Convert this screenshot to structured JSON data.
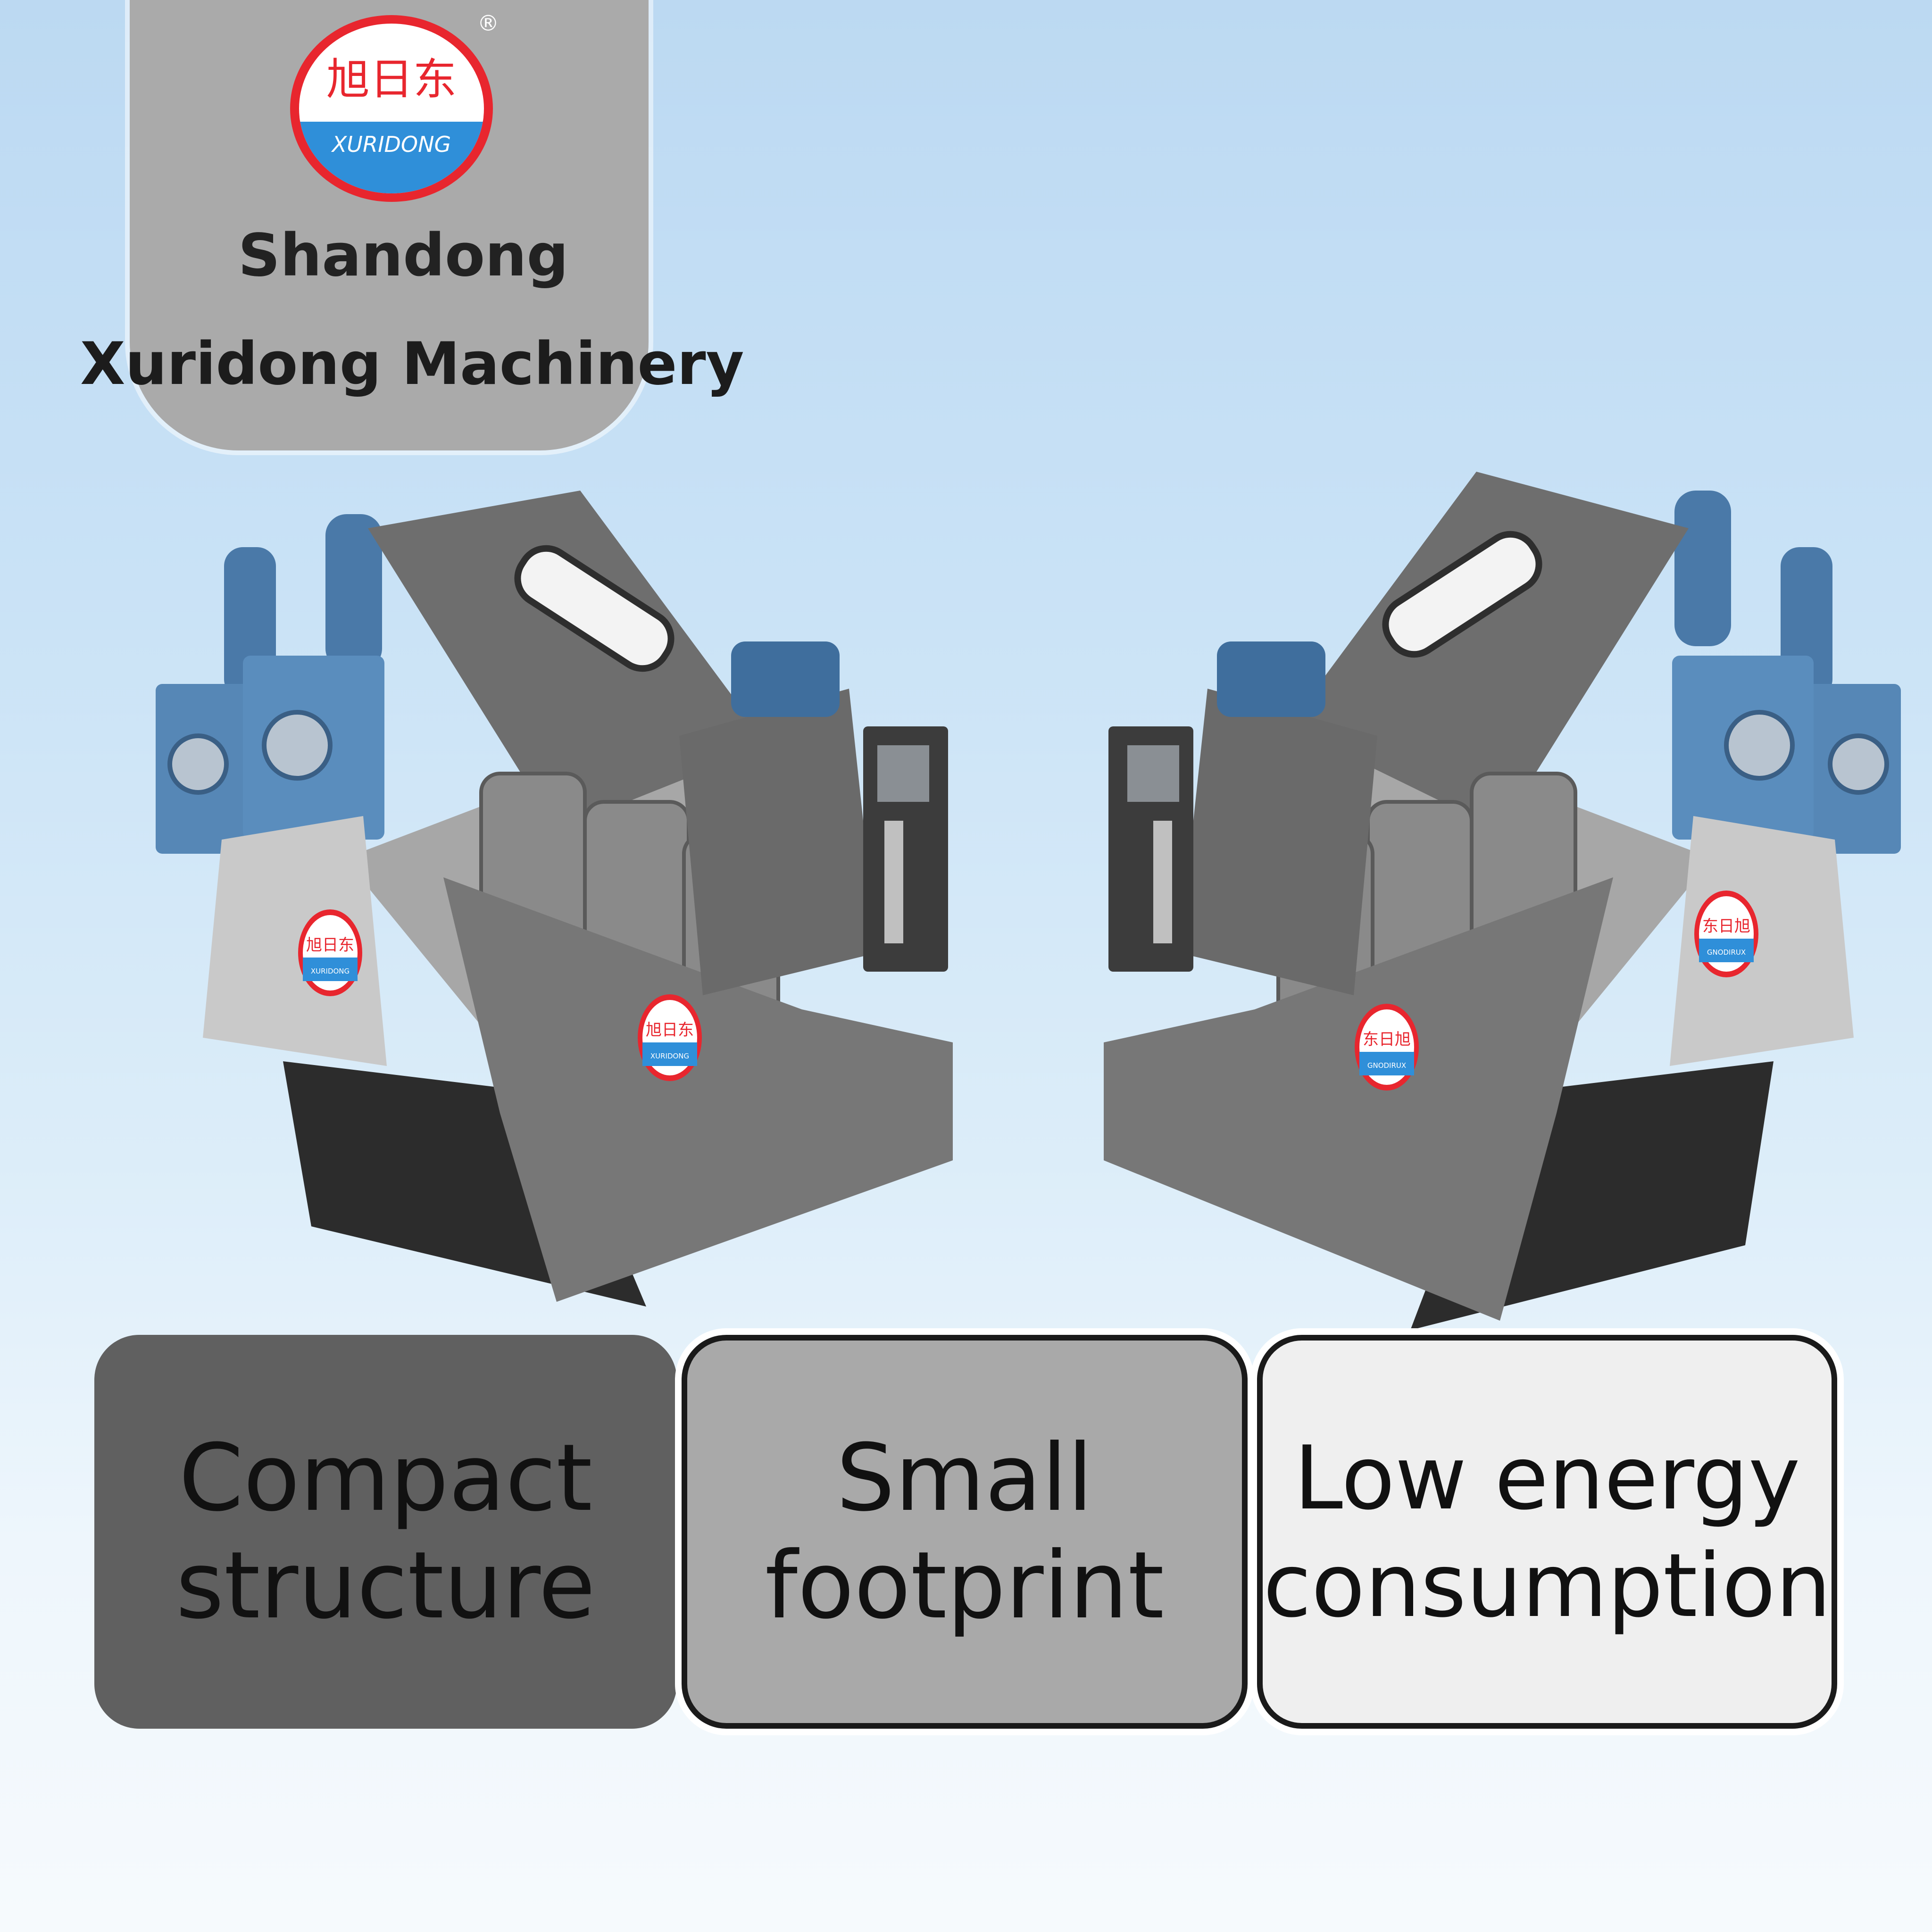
{
  "brand": {
    "logo_cn": "旭日东",
    "logo_en": "XURIDONG",
    "registered_mark": "®",
    "company_line1": "Shandong",
    "company_line2": "Xuridong Machinery",
    "logo_red": "#e8262e",
    "logo_blue": "#2f8fd9"
  },
  "products": {
    "left_badges": [
      {
        "cn": "旭日东",
        "en": "XURIDONG"
      },
      {
        "cn": "旭日东",
        "en": "XURIDONG"
      }
    ],
    "right_badges": [
      {
        "cn": "东日旭",
        "en": "GNODIRUX"
      },
      {
        "cn": "东日旭",
        "en": "GNODIRUX"
      }
    ]
  },
  "features": [
    {
      "line1": "Compact",
      "line2": "structure"
    },
    {
      "line1": "Small",
      "line2": "footprint"
    },
    {
      "line1": "Low energy",
      "line2": "consumption"
    }
  ]
}
